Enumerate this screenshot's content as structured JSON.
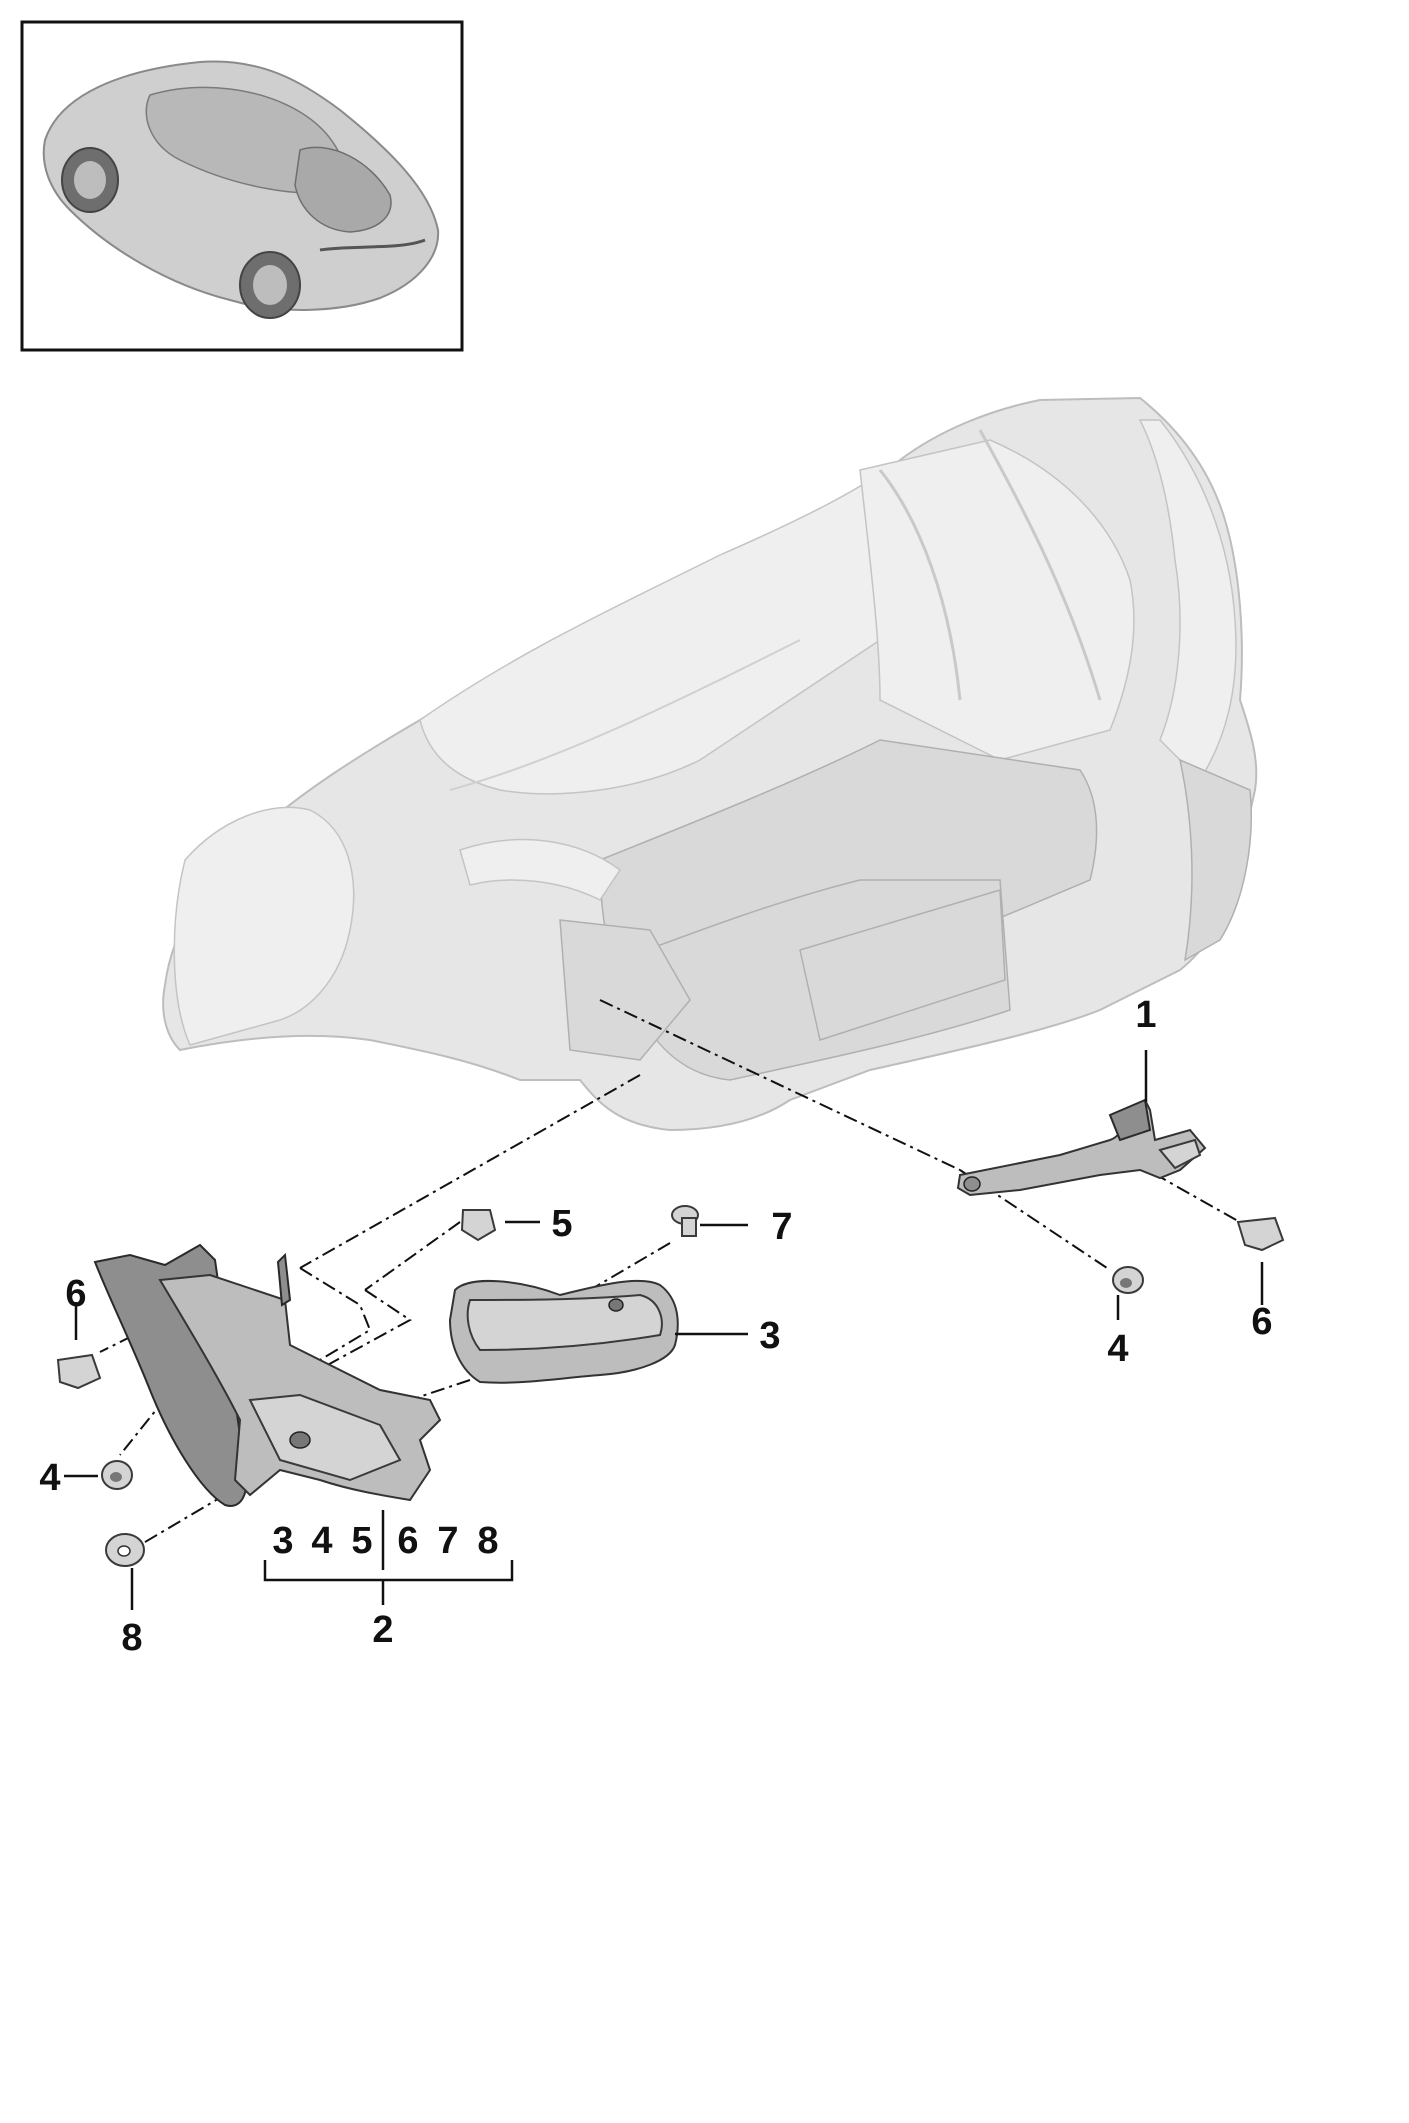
{
  "callouts": {
    "c1": "1",
    "c2": "2",
    "c3_right": "3",
    "c4_left": "4",
    "c4_right": "4",
    "c5": "5",
    "c6_left": "6",
    "c6_right": "6",
    "c7": "7",
    "c8": "8"
  },
  "kit_members": [
    "3",
    "4",
    "5",
    "6",
    "7",
    "8"
  ],
  "colors": {
    "line": "#111111",
    "body": "#e6e6e6",
    "part": "#bdbdbd"
  }
}
